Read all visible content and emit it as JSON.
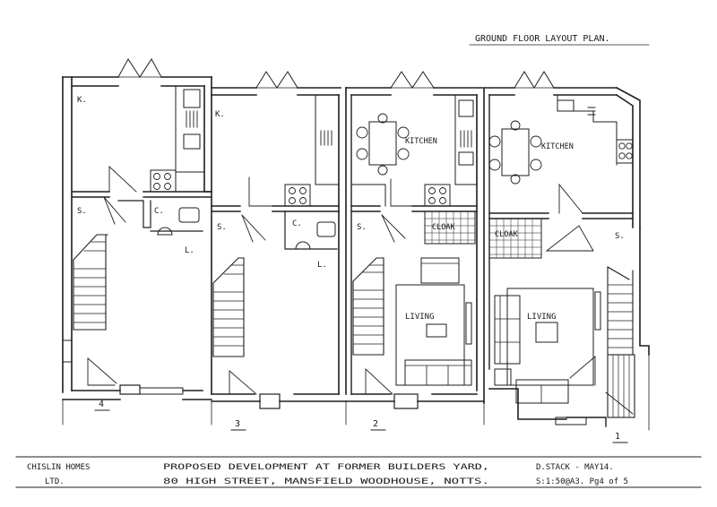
{
  "title": "GROUND FLOOR LAYOUT PLAN.",
  "rooms": {
    "kitchen_short": "K.",
    "kitchen": "KITCHEN",
    "stairs": "S.",
    "cloak_short": "C.",
    "cloak": "CLOAK",
    "living_short": "L.",
    "living": "LIVING"
  },
  "unit_numbers": [
    "4",
    "3",
    "2",
    "1"
  ],
  "title_block": {
    "client_line1": "CHISLIN HOMES",
    "client_line2": "LTD.",
    "project_line1": "PROPOSED DEVELOPMENT AT FORMER BUILDERS YARD,",
    "project_line2": "80 HIGH STREET, MANSFIELD WOODHOUSE, NOTTS.",
    "drawn_by": "D.STACK - MAY14.",
    "scale_sheet": "S:1:50@A3. Pg4 of 5"
  }
}
